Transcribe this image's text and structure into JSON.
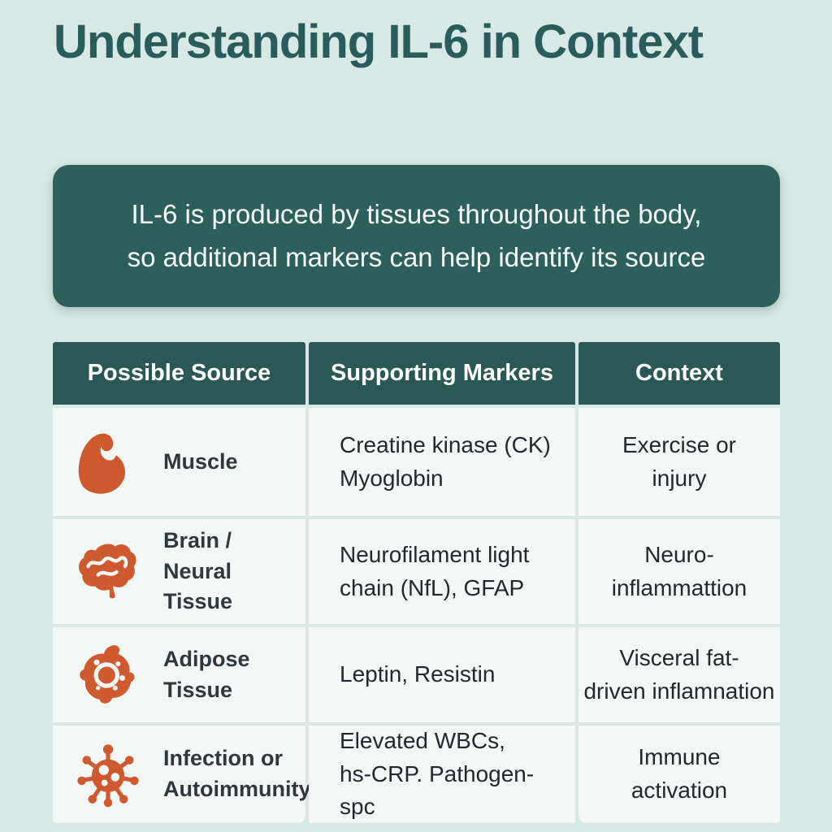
{
  "title": "Understanding IL-6 in Context",
  "callout": {
    "text": "IL-6 is produced by tissues throughout the body,\nso additional markers can help identify its source"
  },
  "table": {
    "headers": [
      "Possible Source",
      "Supporting Markers",
      "Context"
    ],
    "rows": [
      {
        "icon": "muscle-icon",
        "source": "Muscle",
        "markers": "Creatine kinase (CK)\nMyoglobin",
        "context": "Exercise or\ninjury"
      },
      {
        "icon": "brain-icon",
        "source": "Brain /\nNeural Tissue",
        "markers": "Neurofilament light\nchain (NfL), GFAP",
        "context": "Neuro-\ninflammattion"
      },
      {
        "icon": "adipose-cell-icon",
        "source": "Adipose\nTissue",
        "markers": "Leptin, Resistin",
        "context": "Visceral fat-\ndriven inflamnation"
      },
      {
        "icon": "pathogen-icon",
        "source": "Infection or\nAutoimmunity",
        "markers": "Elevated WBCs,\nhs-CRP. Pathogen-spc",
        "context": "Immune\nactivation"
      }
    ]
  },
  "colors": {
    "background": "#d8e9e5",
    "title_text": "#2b5c5c",
    "callout_bg": "#2d5f5d",
    "header_bg": "#2a5856",
    "cell_bg": "#f3f8f7",
    "body_text": "#20292c",
    "icon_orange": "#d05a2f"
  }
}
